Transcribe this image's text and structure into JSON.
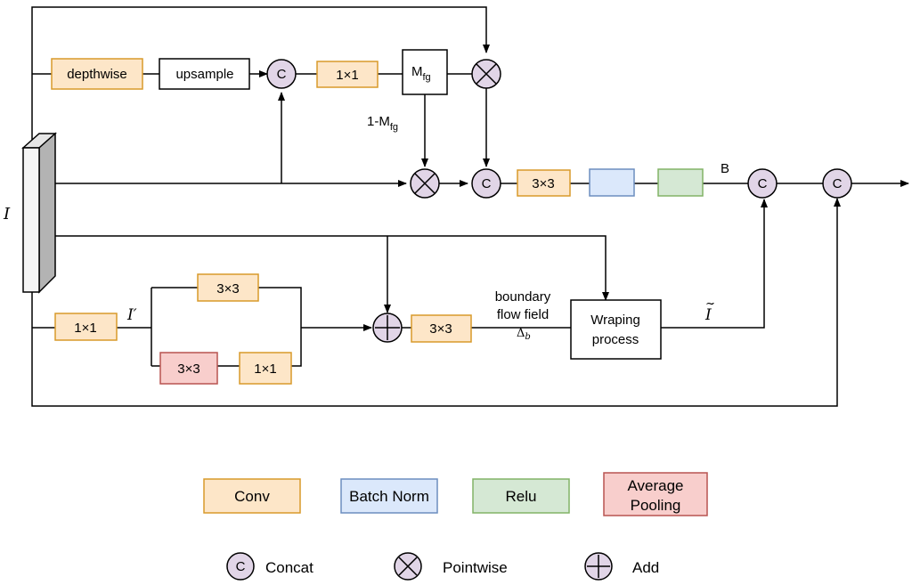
{
  "input_symbol": "I",
  "top_branch": {
    "depthwise": "depthwise",
    "upsample": "upsample",
    "conv1x1": "1×1",
    "mask": "M",
    "mask_sub": "fg",
    "inverse_mask_prefix": "1-M",
    "inverse_mask_sub": "fg"
  },
  "main_path": {
    "conv3x3": "3×3",
    "b_label": "B"
  },
  "bottom_branch": {
    "conv1x1": "1×1",
    "i_prime": "I′",
    "upper_conv": "3×3",
    "pool": "3×3",
    "lower_conv": "1×1",
    "after_add_conv": "3×3",
    "flow_label_line1": "boundary",
    "flow_label_line2": "flow field",
    "delta_b": "Δ",
    "delta_sub": "b",
    "warp_line1": "Wraping",
    "warp_line2": "process",
    "warped_symbol": "I",
    "warped_accent": "~",
    "warped_prime": "′"
  },
  "operators": {
    "concat": "C"
  },
  "legend": {
    "conv": "Conv",
    "batch_norm": "Batch Norm",
    "relu": "Relu",
    "pool_line1": "Average",
    "pool_line2": "Pooling",
    "concat": "Concat",
    "pointwise": "Pointwise",
    "add": "Add"
  },
  "colors": {
    "conv_fill": "#fde6c8",
    "conv_stroke": "#d89a2a",
    "bn_fill": "#dbe8fb",
    "bn_stroke": "#6c8ebf",
    "relu_fill": "#d5e8d4",
    "relu_stroke": "#82b366",
    "pool_fill": "#f8cecc",
    "pool_stroke": "#b85450",
    "operator_fill": "#e1d5e7"
  }
}
